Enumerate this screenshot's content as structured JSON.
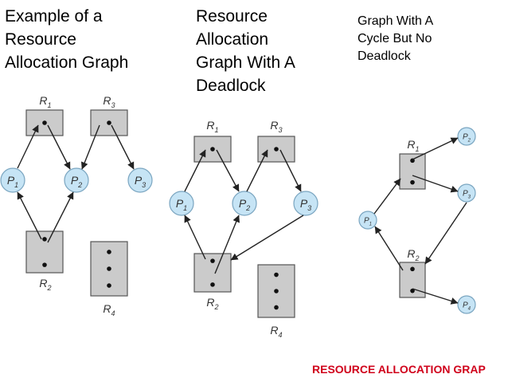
{
  "titles": {
    "g1": [
      "Example of a",
      "Resource",
      "Allocation Graph"
    ],
    "g2": [
      "Resource",
      "Allocation",
      "Graph With A",
      "Deadlock"
    ],
    "g3": [
      "Graph With A",
      "Cycle But No",
      "Deadlock"
    ]
  },
  "footer": "RESOURCE ALLOCATION GRAP",
  "colors": {
    "process_fill": "#c6e4f5",
    "process_stroke": "#7aa5c0",
    "resource_fill": "#cbcbcb",
    "resource_stroke": "#555555",
    "footer_text": "#d0021b"
  },
  "graph1": {
    "resources": [
      {
        "name": "R",
        "sub": "1",
        "instances": 1
      },
      {
        "name": "R",
        "sub": "3",
        "instances": 1
      },
      {
        "name": "R",
        "sub": "2",
        "instances": 2
      },
      {
        "name": "R",
        "sub": "4",
        "instances": 3
      }
    ],
    "processes": [
      {
        "name": "P",
        "sub": "1"
      },
      {
        "name": "P",
        "sub": "2"
      },
      {
        "name": "P",
        "sub": "3"
      }
    ]
  },
  "graph2": {
    "resources": [
      {
        "name": "R",
        "sub": "1",
        "instances": 1
      },
      {
        "name": "R",
        "sub": "3",
        "instances": 1
      },
      {
        "name": "R",
        "sub": "2",
        "instances": 2
      },
      {
        "name": "R",
        "sub": "4",
        "instances": 3
      }
    ],
    "processes": [
      {
        "name": "P",
        "sub": "1"
      },
      {
        "name": "P",
        "sub": "2"
      },
      {
        "name": "P",
        "sub": "3"
      }
    ]
  },
  "graph3": {
    "resources": [
      {
        "name": "R",
        "sub": "1",
        "instances": 2
      },
      {
        "name": "R",
        "sub": "2",
        "instances": 2
      }
    ],
    "processes": [
      {
        "name": "P",
        "sub": "1"
      },
      {
        "name": "P",
        "sub": "2"
      },
      {
        "name": "P",
        "sub": "3"
      },
      {
        "name": "P",
        "sub": "4"
      }
    ]
  }
}
